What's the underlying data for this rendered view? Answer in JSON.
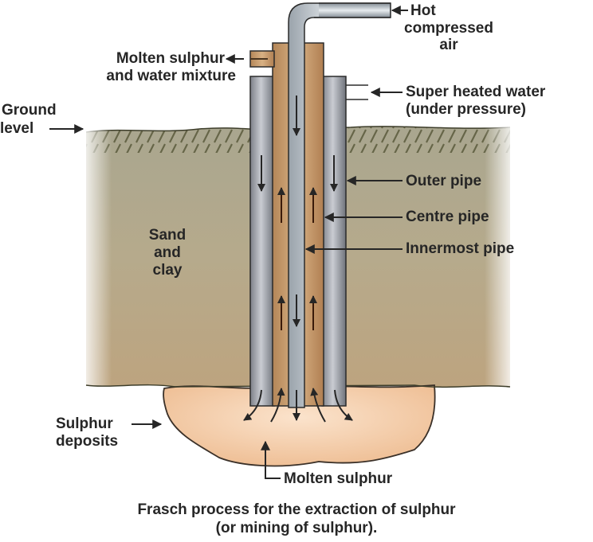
{
  "diagram": {
    "title": "Frasch process for the extraction of sulphur",
    "title_line2": "(or mining of sulphur).",
    "labels": {
      "hot_air_1": "Hot",
      "hot_air_2": "compressed",
      "hot_air_3": "air",
      "molten_mixture_1": "Molten sulphur",
      "molten_mixture_2": "and water mixture",
      "superheated_1": "Super heated water",
      "superheated_2": "(under pressure)",
      "ground_1": "Ground",
      "ground_2": "level",
      "outer_pipe": "Outer pipe",
      "centre_pipe": "Centre pipe",
      "innermost_pipe": "Innermost pipe",
      "sand_1": "Sand",
      "sand_2": "and",
      "sand_3": "clay",
      "deposits_1": "Sulphur",
      "deposits_2": "deposits",
      "molten_sulphur": "Molten sulphur"
    },
    "colors": {
      "soil": "#b5a98c",
      "deposit": "#f2c8a0",
      "outer_pipe": "#8e9299",
      "centre_pipe": "#c49a6c",
      "innermost_pipe": "#c5ccd2",
      "ink": "#262626"
    }
  }
}
